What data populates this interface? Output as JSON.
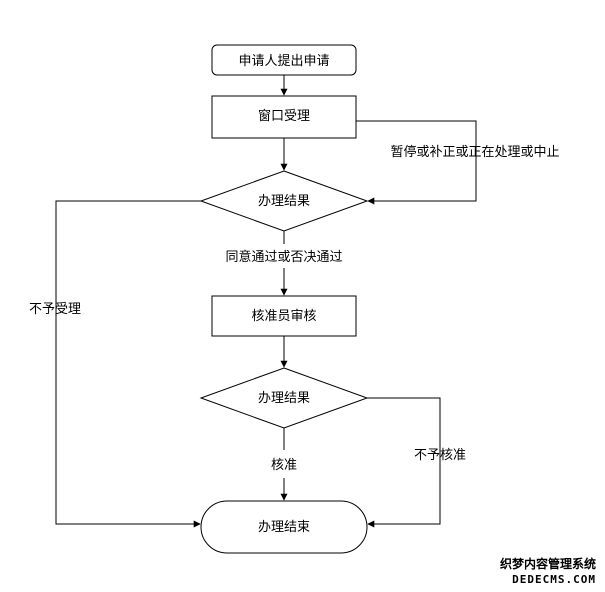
{
  "nodes": {
    "applicant_submits": "申请人提出申请",
    "window_acceptance": "窗口受理",
    "decision_result": "办理结果",
    "approver_review": "核准员审核",
    "review_result": "办理结果",
    "end": "办理结束"
  },
  "edges": {
    "suspend_loop": "暂停或补正或正在处理或中止",
    "agree_or_reject": "同意通过或否决通过",
    "not_accepted": "不予受理",
    "approved": "核准",
    "not_approved": "不予核准"
  },
  "watermark": {
    "line1": "织梦内容管理系统",
    "line2": "DEDECMS.COM"
  }
}
